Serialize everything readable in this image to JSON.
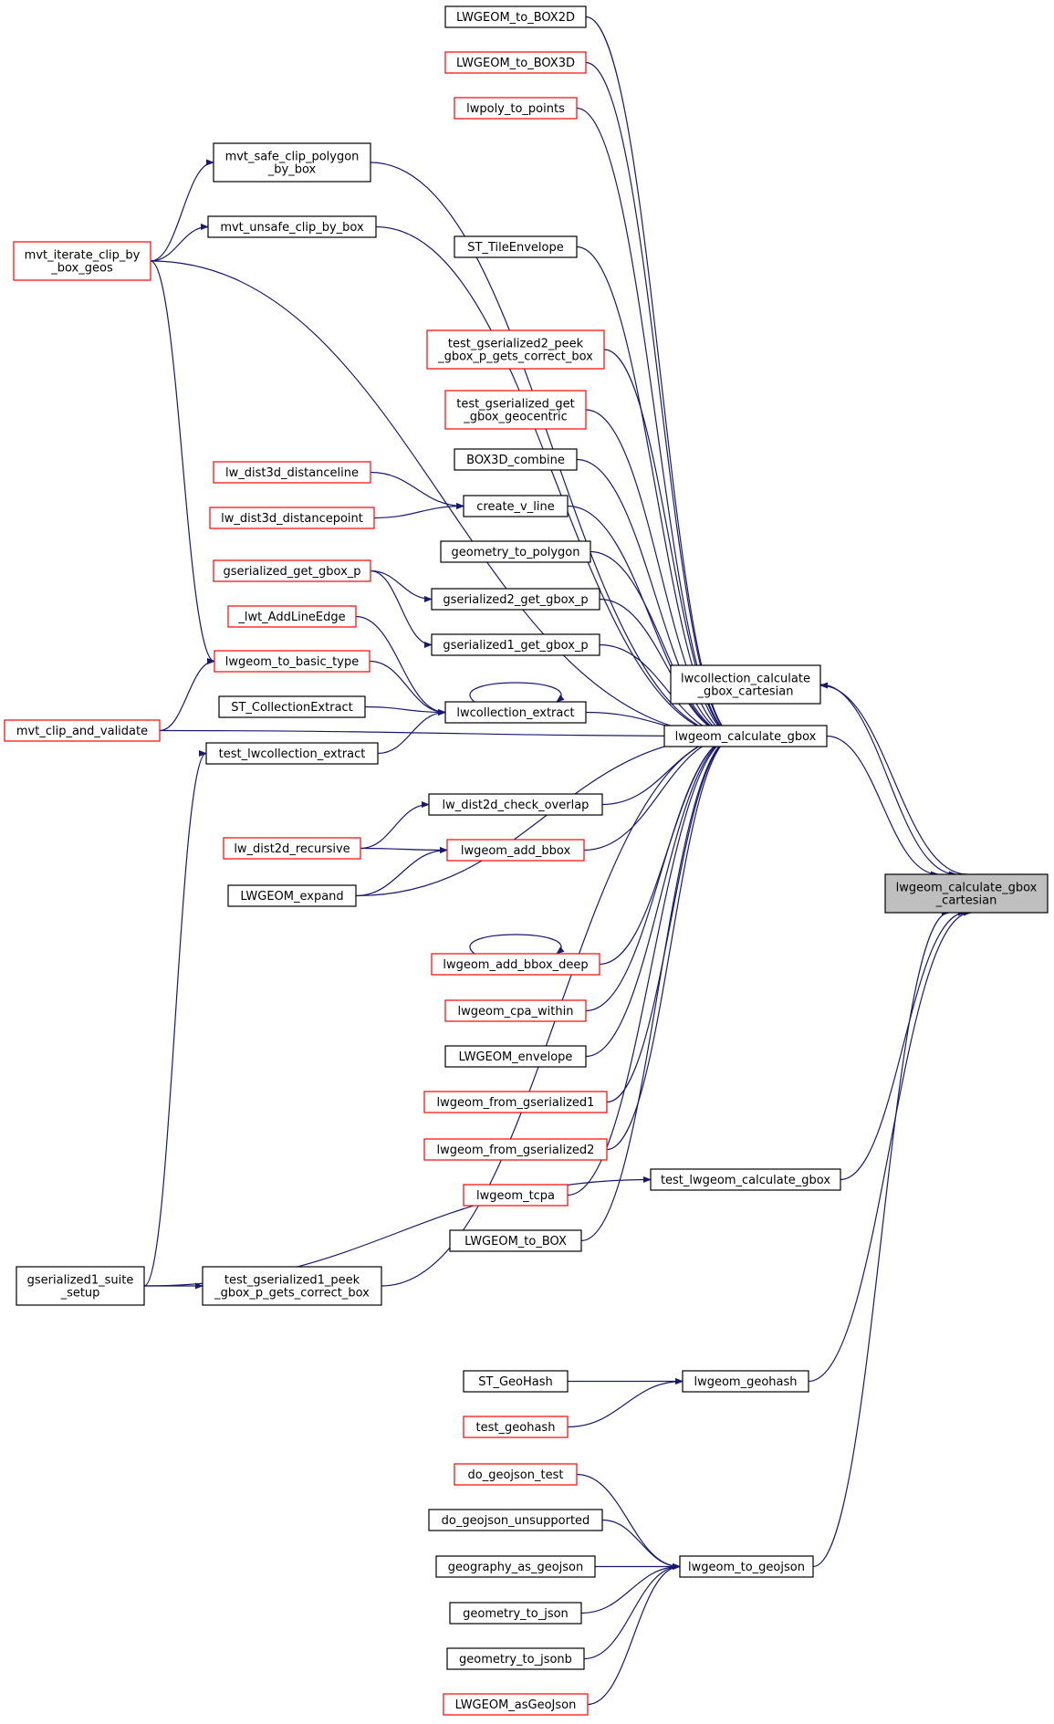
{
  "graph": {
    "root": "lwgeom_calculate_gbox_cartesian",
    "edge_color": "#191970",
    "nodes": [
      {
        "id": "LWGEOM_to_BOX2D",
        "lines": [
          "LWGEOM_to_BOX2D"
        ],
        "border": "black"
      },
      {
        "id": "LWGEOM_to_BOX3D",
        "lines": [
          "LWGEOM_to_BOX3D"
        ],
        "border": "red"
      },
      {
        "id": "lwpoly_to_points",
        "lines": [
          "lwpoly_to_points"
        ],
        "border": "red"
      },
      {
        "id": "mvt_safe_clip_polygon_by_box",
        "lines": [
          "mvt_safe_clip_polygon",
          "_by_box"
        ],
        "border": "black"
      },
      {
        "id": "mvt_unsafe_clip_by_box",
        "lines": [
          "mvt_unsafe_clip_by_box"
        ],
        "border": "black"
      },
      {
        "id": "mvt_iterate_clip_by_box_geos",
        "lines": [
          "mvt_iterate_clip_by",
          "_box_geos"
        ],
        "border": "red"
      },
      {
        "id": "ST_TileEnvelope",
        "lines": [
          "ST_TileEnvelope"
        ],
        "border": "black"
      },
      {
        "id": "test_gserialized2_peek",
        "lines": [
          "test_gserialized2_peek",
          "_gbox_p_gets_correct_box"
        ],
        "border": "red"
      },
      {
        "id": "test_gserialized_get_gbox_geocentric",
        "lines": [
          "test_gserialized_get",
          "_gbox_geocentric"
        ],
        "border": "red"
      },
      {
        "id": "BOX3D_combine",
        "lines": [
          "BOX3D_combine"
        ],
        "border": "black"
      },
      {
        "id": "lw_dist3d_distanceline",
        "lines": [
          "lw_dist3d_distanceline"
        ],
        "border": "red"
      },
      {
        "id": "create_v_line",
        "lines": [
          "create_v_line"
        ],
        "border": "black"
      },
      {
        "id": "lw_dist3d_distancepoint",
        "lines": [
          "lw_dist3d_distancepoint"
        ],
        "border": "red"
      },
      {
        "id": "geometry_to_polygon",
        "lines": [
          "geometry_to_polygon"
        ],
        "border": "black"
      },
      {
        "id": "gserialized_get_gbox_p",
        "lines": [
          "gserialized_get_gbox_p"
        ],
        "border": "red"
      },
      {
        "id": "gserialized2_get_gbox_p",
        "lines": [
          "gserialized2_get_gbox_p"
        ],
        "border": "black"
      },
      {
        "id": "_lwt_AddLineEdge",
        "lines": [
          "_lwt_AddLineEdge"
        ],
        "border": "red"
      },
      {
        "id": "gserialized1_get_gbox_p",
        "lines": [
          "gserialized1_get_gbox_p"
        ],
        "border": "black"
      },
      {
        "id": "lwgeom_to_basic_type",
        "lines": [
          "lwgeom_to_basic_type"
        ],
        "border": "red"
      },
      {
        "id": "lwcollection_calculate_gbox_cartesian",
        "lines": [
          "lwcollection_calculate",
          "_gbox_cartesian"
        ],
        "border": "black"
      },
      {
        "id": "ST_CollectionExtract",
        "lines": [
          "ST_CollectionExtract"
        ],
        "border": "black"
      },
      {
        "id": "lwcollection_extract",
        "lines": [
          "lwcollection_extract"
        ],
        "border": "black"
      },
      {
        "id": "mvt_clip_and_validate",
        "lines": [
          "mvt_clip_and_validate"
        ],
        "border": "red"
      },
      {
        "id": "lwgeom_calculate_gbox",
        "lines": [
          "lwgeom_calculate_gbox"
        ],
        "border": "black"
      },
      {
        "id": "test_lwcollection_extract",
        "lines": [
          "test_lwcollection_extract"
        ],
        "border": "black"
      },
      {
        "id": "lw_dist2d_check_overlap",
        "lines": [
          "lw_dist2d_check_overlap"
        ],
        "border": "black"
      },
      {
        "id": "lw_dist2d_recursive",
        "lines": [
          "lw_dist2d_recursive"
        ],
        "border": "red"
      },
      {
        "id": "lwgeom_add_bbox",
        "lines": [
          "lwgeom_add_bbox"
        ],
        "border": "red"
      },
      {
        "id": "LWGEOM_expand",
        "lines": [
          "LWGEOM_expand"
        ],
        "border": "black"
      },
      {
        "id": "lwgeom_calculate_gbox_cartesian",
        "lines": [
          "lwgeom_calculate_gbox",
          "_cartesian"
        ],
        "border": "root"
      },
      {
        "id": "lwgeom_add_bbox_deep",
        "lines": [
          "lwgeom_add_bbox_deep"
        ],
        "border": "red"
      },
      {
        "id": "lwgeom_cpa_within",
        "lines": [
          "lwgeom_cpa_within"
        ],
        "border": "red"
      },
      {
        "id": "LWGEOM_envelope",
        "lines": [
          "LWGEOM_envelope"
        ],
        "border": "black"
      },
      {
        "id": "lwgeom_from_gserialized1",
        "lines": [
          "lwgeom_from_gserialized1"
        ],
        "border": "red"
      },
      {
        "id": "lwgeom_from_gserialized2",
        "lines": [
          "lwgeom_from_gserialized2"
        ],
        "border": "red"
      },
      {
        "id": "test_lwgeom_calculate_gbox",
        "lines": [
          "test_lwgeom_calculate_gbox"
        ],
        "border": "black"
      },
      {
        "id": "lwgeom_tcpa",
        "lines": [
          "lwgeom_tcpa"
        ],
        "border": "red"
      },
      {
        "id": "LWGEOM_to_BOX",
        "lines": [
          "LWGEOM_to_BOX"
        ],
        "border": "black"
      },
      {
        "id": "gserialized1_suite_setup",
        "lines": [
          "gserialized1_suite",
          "_setup"
        ],
        "border": "black"
      },
      {
        "id": "test_gserialized1_peek",
        "lines": [
          "test_gserialized1_peek",
          "_gbox_p_gets_correct_box"
        ],
        "border": "black"
      },
      {
        "id": "ST_GeoHash",
        "lines": [
          "ST_GeoHash"
        ],
        "border": "black"
      },
      {
        "id": "lwgeom_geohash",
        "lines": [
          "lwgeom_geohash"
        ],
        "border": "black"
      },
      {
        "id": "test_geohash",
        "lines": [
          "test_geohash"
        ],
        "border": "red"
      },
      {
        "id": "do_geojson_test",
        "lines": [
          "do_geojson_test"
        ],
        "border": "red"
      },
      {
        "id": "do_geojson_unsupported",
        "lines": [
          "do_geojson_unsupported"
        ],
        "border": "black"
      },
      {
        "id": "geography_as_geojson",
        "lines": [
          "geography_as_geojson"
        ],
        "border": "black"
      },
      {
        "id": "lwgeom_to_geojson",
        "lines": [
          "lwgeom_to_geojson"
        ],
        "border": "black"
      },
      {
        "id": "geometry_to_json",
        "lines": [
          "geometry_to_json"
        ],
        "border": "black"
      },
      {
        "id": "geometry_to_jsonb",
        "lines": [
          "geometry_to_jsonb"
        ],
        "border": "black"
      },
      {
        "id": "LWGEOM_asGeoJson",
        "lines": [
          "LWGEOM_asGeoJson"
        ],
        "border": "red"
      }
    ],
    "edges": [
      [
        "lwcollection_calculate_gbox_cartesian",
        "lwgeom_calculate_gbox_cartesian"
      ],
      [
        "lwgeom_calculate_gbox_cartesian",
        "lwcollection_calculate_gbox_cartesian"
      ],
      [
        "lwgeom_calculate_gbox",
        "lwgeom_calculate_gbox_cartesian"
      ],
      [
        "test_lwgeom_calculate_gbox",
        "lwgeom_calculate_gbox_cartesian"
      ],
      [
        "lwgeom_geohash",
        "lwgeom_calculate_gbox_cartesian"
      ],
      [
        "lwgeom_to_geojson",
        "lwgeom_calculate_gbox_cartesian"
      ],
      [
        "LWGEOM_to_BOX2D",
        "lwgeom_calculate_gbox"
      ],
      [
        "LWGEOM_to_BOX3D",
        "lwgeom_calculate_gbox"
      ],
      [
        "lwpoly_to_points",
        "lwgeom_calculate_gbox"
      ],
      [
        "mvt_safe_clip_polygon_by_box",
        "lwgeom_calculate_gbox"
      ],
      [
        "mvt_unsafe_clip_by_box",
        "lwgeom_calculate_gbox"
      ],
      [
        "mvt_iterate_clip_by_box_geos",
        "lwgeom_calculate_gbox"
      ],
      [
        "ST_TileEnvelope",
        "lwgeom_calculate_gbox"
      ],
      [
        "test_gserialized2_peek",
        "lwgeom_calculate_gbox"
      ],
      [
        "test_gserialized_get_gbox_geocentric",
        "lwgeom_calculate_gbox"
      ],
      [
        "BOX3D_combine",
        "lwgeom_calculate_gbox"
      ],
      [
        "create_v_line",
        "lwgeom_calculate_gbox"
      ],
      [
        "geometry_to_polygon",
        "lwgeom_calculate_gbox"
      ],
      [
        "gserialized2_get_gbox_p",
        "lwgeom_calculate_gbox"
      ],
      [
        "gserialized1_get_gbox_p",
        "lwgeom_calculate_gbox"
      ],
      [
        "lwcollection_extract",
        "lwgeom_calculate_gbox"
      ],
      [
        "mvt_clip_and_validate",
        "lwgeom_calculate_gbox"
      ],
      [
        "lw_dist2d_check_overlap",
        "lwgeom_calculate_gbox"
      ],
      [
        "lwgeom_add_bbox",
        "lwgeom_calculate_gbox"
      ],
      [
        "LWGEOM_expand",
        "lwgeom_calculate_gbox"
      ],
      [
        "lwgeom_add_bbox_deep",
        "lwgeom_calculate_gbox"
      ],
      [
        "lwgeom_cpa_within",
        "lwgeom_calculate_gbox"
      ],
      [
        "LWGEOM_envelope",
        "lwgeom_calculate_gbox"
      ],
      [
        "lwgeom_from_gserialized1",
        "lwgeom_calculate_gbox"
      ],
      [
        "lwgeom_from_gserialized2",
        "lwgeom_calculate_gbox"
      ],
      [
        "lwgeom_tcpa",
        "lwgeom_calculate_gbox"
      ],
      [
        "LWGEOM_to_BOX",
        "lwgeom_calculate_gbox"
      ],
      [
        "test_gserialized1_peek",
        "lwgeom_calculate_gbox"
      ],
      [
        "mvt_iterate_clip_by_box_geos",
        "mvt_safe_clip_polygon_by_box"
      ],
      [
        "mvt_iterate_clip_by_box_geos",
        "mvt_unsafe_clip_by_box"
      ],
      [
        "mvt_iterate_clip_by_box_geos",
        "lwgeom_to_basic_type"
      ],
      [
        "lw_dist3d_distanceline",
        "create_v_line"
      ],
      [
        "lw_dist3d_distancepoint",
        "create_v_line"
      ],
      [
        "gserialized_get_gbox_p",
        "gserialized2_get_gbox_p"
      ],
      [
        "gserialized_get_gbox_p",
        "gserialized1_get_gbox_p"
      ],
      [
        "_lwt_AddLineEdge",
        "lwcollection_extract"
      ],
      [
        "lwgeom_to_basic_type",
        "lwcollection_extract"
      ],
      [
        "ST_CollectionExtract",
        "lwcollection_extract"
      ],
      [
        "test_lwcollection_extract",
        "lwcollection_extract"
      ],
      [
        "lwcollection_extract",
        "lwcollection_extract"
      ],
      [
        "mvt_clip_and_validate",
        "lwgeom_to_basic_type"
      ],
      [
        "gserialized1_suite_setup",
        "test_lwcollection_extract"
      ],
      [
        "lw_dist2d_recursive",
        "lw_dist2d_check_overlap"
      ],
      [
        "lw_dist2d_recursive",
        "lwgeom_add_bbox"
      ],
      [
        "LWGEOM_expand",
        "lwgeom_add_bbox"
      ],
      [
        "lwgeom_add_bbox_deep",
        "lwgeom_add_bbox_deep"
      ],
      [
        "gserialized1_suite_setup",
        "test_gserialized1_peek"
      ],
      [
        "gserialized1_suite_setup",
        "test_lwgeom_calculate_gbox"
      ],
      [
        "ST_GeoHash",
        "lwgeom_geohash"
      ],
      [
        "test_geohash",
        "lwgeom_geohash"
      ],
      [
        "do_geojson_test",
        "lwgeom_to_geojson"
      ],
      [
        "do_geojson_unsupported",
        "lwgeom_to_geojson"
      ],
      [
        "geography_as_geojson",
        "lwgeom_to_geojson"
      ],
      [
        "geometry_to_json",
        "lwgeom_to_geojson"
      ],
      [
        "geometry_to_jsonb",
        "lwgeom_to_geojson"
      ],
      [
        "LWGEOM_asGeoJson",
        "lwgeom_to_geojson"
      ]
    ]
  }
}
